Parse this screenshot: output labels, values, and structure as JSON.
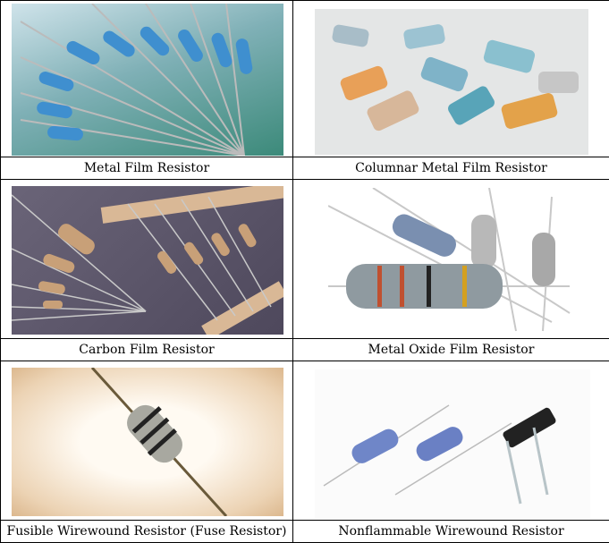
{
  "table": {
    "rows": [
      {
        "left": {
          "caption": "Metal Film Resistor",
          "icon": "metal-film-resistor-photo"
        },
        "right": {
          "caption": "Columnar Metal Film Resistor",
          "icon": "columnar-metal-film-resistor-photo"
        }
      },
      {
        "left": {
          "caption": "Carbon Film Resistor",
          "icon": "carbon-film-resistor-photo"
        },
        "right": {
          "caption": "Metal Oxide Film Resistor",
          "icon": "metal-oxide-film-resistor-photo"
        }
      },
      {
        "left": {
          "caption": "Fusible Wirewound Resistor (Fuse Resistor)",
          "icon": "fusible-wirewound-resistor-photo"
        },
        "right": {
          "caption": "Nonflammable Wirewound Resistor",
          "icon": "nonflammable-wirewound-resistor-photo"
        }
      }
    ]
  }
}
